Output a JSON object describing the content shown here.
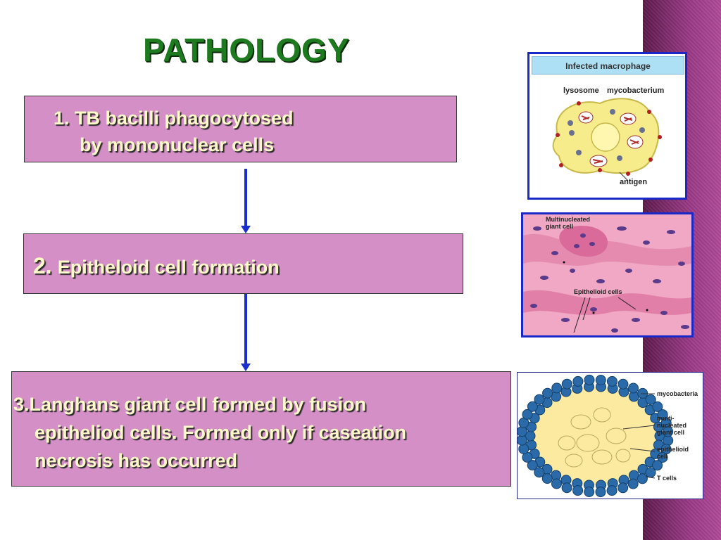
{
  "title": "PATHOLOGY",
  "steps": {
    "step1": {
      "line1": "1. TB bacilli phagocytosed",
      "line2": "by mononuclear cells"
    },
    "step2": {
      "num": "2.",
      "text": "Epitheloid cell formation"
    },
    "step3": {
      "line1": "3.Langhans giant cell formed by fusion",
      "line2": "epitheliod cells. Formed only if caseation",
      "line3": "necrosis has occurred"
    }
  },
  "images": {
    "macrophage": {
      "header": "Infected macrophage",
      "labels": {
        "lysosome": "lysosome",
        "mycobacterium": "mycobacterium",
        "antigen": "antigen"
      }
    },
    "histology": {
      "labels": {
        "giant_line1": "Multinucleated",
        "giant_line2": "giant cell",
        "epithelioid": "Epithelioid cells"
      }
    },
    "granuloma": {
      "labels": {
        "mycobacteria": "mycobacteria",
        "multi1": "multi-",
        "multi2": "nucleated",
        "multi3": "giant cell",
        "epi1": "epithelioid",
        "epi2": "cell",
        "tcells": "T cells"
      }
    }
  },
  "colors": {
    "title": "#1e7a1e",
    "box_fill": "#d38fc6",
    "box_text": "#fff8c8",
    "arrow": "#1a2ed0",
    "stripe": "#7d2a6a"
  }
}
